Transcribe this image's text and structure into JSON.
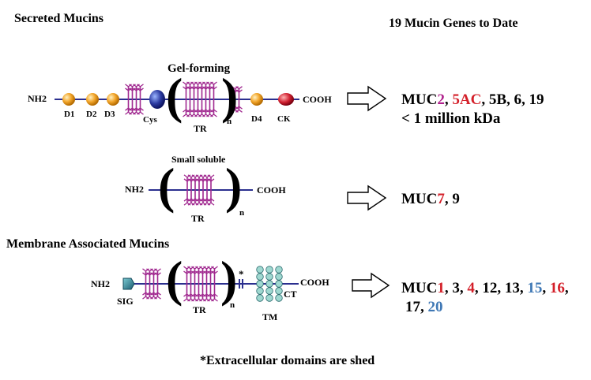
{
  "headings": {
    "secreted": "Secreted Mucins",
    "gene_count": "19 Mucin Genes to Date",
    "membrane": "Membrane Associated Mucins",
    "footnote": "*Extracellular domains are shed"
  },
  "gel_forming": {
    "title": "Gel-forming",
    "nh2": "NH2",
    "cooh": "COOH",
    "domains": [
      "D1",
      "D2",
      "D3",
      "Cys",
      "TR",
      "n",
      "D4",
      "CK"
    ],
    "genes": [
      {
        "text": "MUC",
        "color": "#000000"
      },
      {
        "text": "2",
        "color": "#b0208c"
      },
      {
        "text": ", ",
        "color": "#000000"
      },
      {
        "text": "5AC",
        "color": "#d4202a"
      },
      {
        "text": ", 5B, 6, 19",
        "color": "#000000"
      }
    ],
    "size": "< 1 million kDa"
  },
  "small_soluble": {
    "title": "Small soluble",
    "nh2": "NH2",
    "cooh": "COOH",
    "tr": "TR",
    "n": "n",
    "genes": [
      {
        "text": "MUC",
        "color": "#000000"
      },
      {
        "text": "7",
        "color": "#d4202a"
      },
      {
        "text": ", 9",
        "color": "#000000"
      }
    ]
  },
  "membrane_associated": {
    "nh2": "NH2",
    "cooh": "COOH",
    "sig": "SIG",
    "tr": "TR",
    "n": "n",
    "tm": "TM",
    "ct": "CT",
    "shed_mark": "*",
    "genes_line1": [
      {
        "text": "MUC",
        "color": "#000000"
      },
      {
        "text": "1",
        "color": "#d4202a"
      },
      {
        "text": ", 3, ",
        "color": "#000000"
      },
      {
        "text": "4",
        "color": "#d4202a"
      },
      {
        "text": ", 12, 13, ",
        "color": "#000000"
      },
      {
        "text": "15",
        "color": "#3f78b5"
      },
      {
        "text": ", ",
        "color": "#000000"
      },
      {
        "text": "16",
        "color": "#d4202a"
      },
      {
        "text": ",",
        "color": "#000000"
      }
    ],
    "genes_line2": [
      {
        "text": "17, ",
        "color": "#000000"
      },
      {
        "text": "20",
        "color": "#3f78b5"
      }
    ]
  },
  "colors": {
    "backbone": "#2b2f8f",
    "tandem_repeat": "#a0288f",
    "d_domain": "#f0a020",
    "cys_domain": "#2b3aa0",
    "ck_domain": "#d02030",
    "tm_circle": "#9fd8d0",
    "sig_domain": "#2a7f8c"
  },
  "icons": [
    "arrow-right-outline-icon"
  ]
}
